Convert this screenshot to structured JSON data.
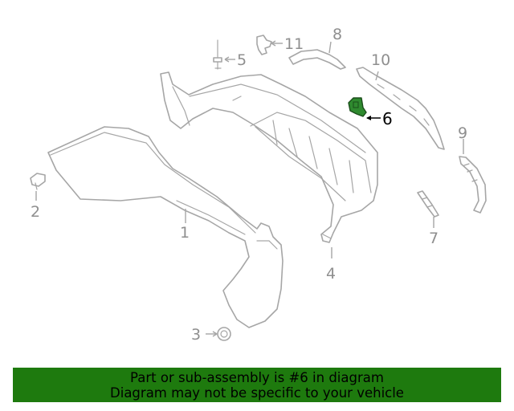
{
  "callouts": {
    "c1": "1",
    "c2": "2",
    "c3": "3",
    "c4": "4",
    "c5": "5",
    "c6": "6",
    "c7": "7",
    "c8": "8",
    "c9": "9",
    "c10": "10",
    "c11": "11"
  },
  "highlighted_part": "6",
  "colors": {
    "banner": "#1e7a0e",
    "highlight_part": "#2f8a2f",
    "line_art": "#a6a6a6"
  },
  "banner": {
    "line1": "Part or sub-assembly is #6 in diagram",
    "line2": "Diagram may not be specific to your vehicle"
  }
}
